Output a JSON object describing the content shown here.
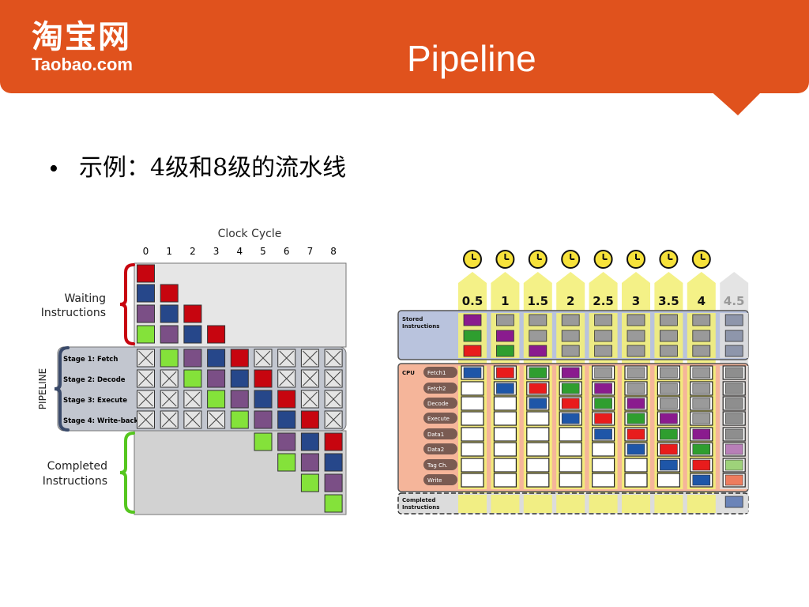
{
  "header": {
    "logo_cn": "淘宝网",
    "logo_en": "Taobao.com",
    "title": "Pipeline",
    "color": "#e0521d"
  },
  "bullet": {
    "text": "示例：4级和8级的流水线"
  },
  "left_diagram": {
    "clock_label": "Clock Cycle",
    "clock_numbers": [
      "0",
      "1",
      "2",
      "3",
      "4",
      "5",
      "6",
      "7",
      "8"
    ],
    "waiting_label": [
      "Waiting",
      "Instructions"
    ],
    "pipeline_label": "PIPELINE",
    "completed_label": [
      "Completed",
      "Instructions"
    ],
    "stages": [
      "Stage 1: Fetch",
      "Stage 2: Decode",
      "Stage 3: Execute",
      "Stage 4: Write-back"
    ],
    "colors": {
      "green": "#84e23a",
      "purple": "#7b4f86",
      "blue": "#26478a",
      "red": "#c7050f",
      "bracket_red": "#c7050f",
      "bracket_green": "#55c61f"
    }
  },
  "right_diagram": {
    "cycle_labels": [
      "0.5",
      "1",
      "1.5",
      "2",
      "2.5",
      "3",
      "3.5",
      "4",
      "4.5"
    ],
    "stored_label": [
      "Stored",
      "Instructions"
    ],
    "cpu_label": "CPU",
    "stages": [
      "Fetch1",
      "Fetch2",
      "Decode",
      "Execute",
      "Data1",
      "Data2",
      "Tag Ch.",
      "Write"
    ],
    "completed_label": [
      "Completed",
      "Instructions"
    ],
    "colors": {
      "purple": "#8a1b8e",
      "green": "#2f9e2f",
      "red": "#e81c1c",
      "blue": "#1e56a8",
      "gray": "#9a9a9a",
      "yellow": "#f3ef7a"
    }
  }
}
